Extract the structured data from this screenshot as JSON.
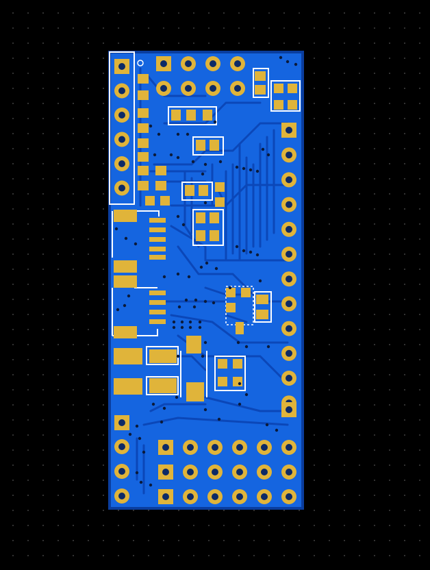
{
  "view": {
    "background_color": "#000000",
    "grid_dot_color": "#3a3a3a"
  },
  "board": {
    "copper_fill_color": "#1565e0",
    "board_edge_color": "#0a3d9e",
    "trace_color": "#0b47b8",
    "pad_color": "#e0b43a",
    "drill_color": "#0d2a66",
    "silkscreen_color": "#ffffff",
    "via_color": "#0a1a3a"
  },
  "components": {
    "header_left_pins": 6,
    "header_top_pins": 8,
    "header_right_pins": 12,
    "header_bottom_pins": 18
  }
}
